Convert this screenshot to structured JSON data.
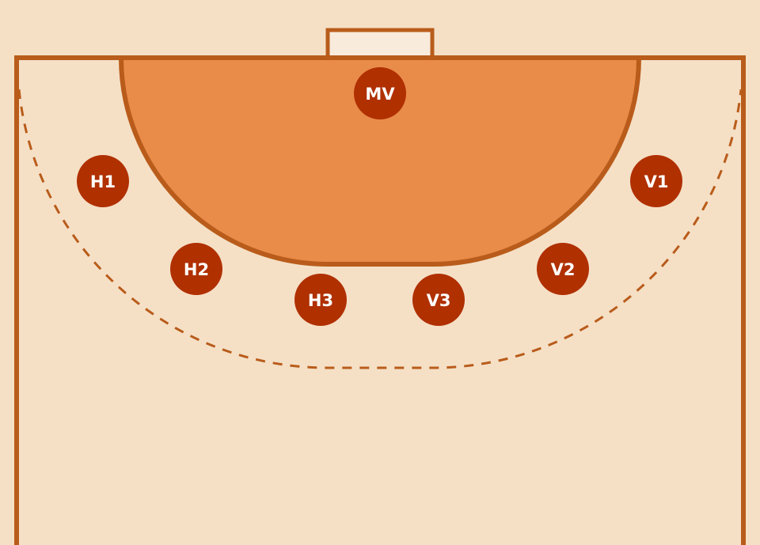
{
  "colors": {
    "court": "#f5e0c6",
    "line": "#b95c1b",
    "goal_area": "#e98c4a",
    "goal": "#f8ebdc",
    "player": "#b03000",
    "player_text": "#ffffff"
  },
  "players": [
    {
      "id": "MV",
      "label": "MV"
    },
    {
      "id": "H1",
      "label": "H1"
    },
    {
      "id": "V1",
      "label": "V1"
    },
    {
      "id": "H2",
      "label": "H2"
    },
    {
      "id": "V2",
      "label": "V2"
    },
    {
      "id": "H3",
      "label": "H3"
    },
    {
      "id": "V3",
      "label": "V3"
    }
  ]
}
